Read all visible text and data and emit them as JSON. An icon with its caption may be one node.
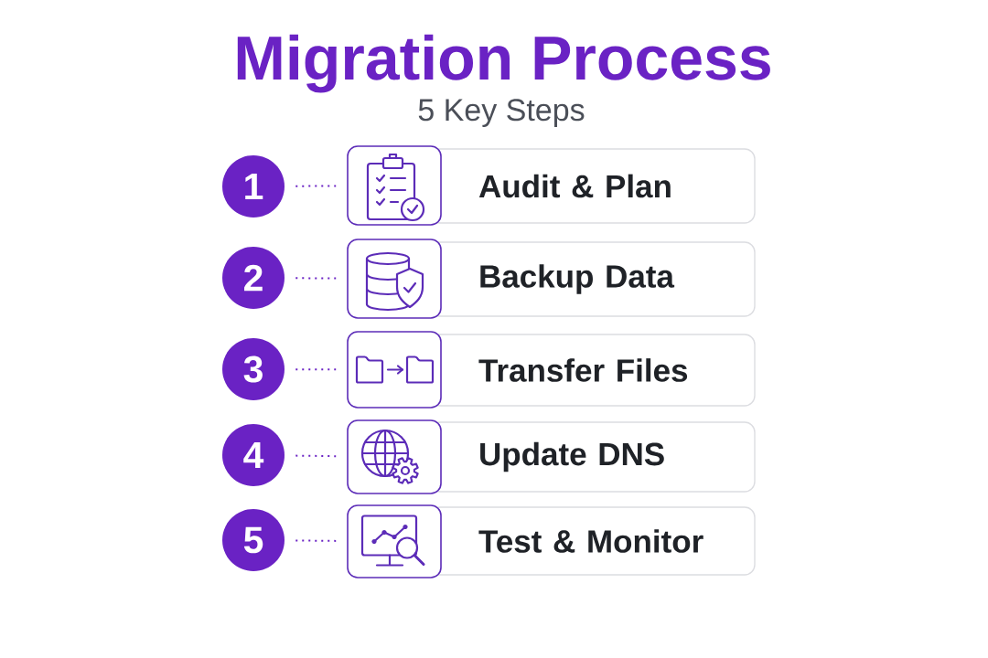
{
  "diagram": {
    "title": "Migration Process",
    "nodes": [
      {
        "text": [
          "1"
        ]
      },
      {
        "text": [],
        "shape": "box"
      },
      {
        "text": [
          "Audit & Plan"
        ]
      },
      {
        "text": [
          "2"
        ]
      },
      {
        "text": [],
        "shape": "box"
      },
      {
        "text": [
          "Backup Data"
        ]
      },
      {
        "text": [
          "3"
        ]
      },
      {
        "text": [],
        "shape": "box"
      },
      {
        "text": [
          "Transfer Files"
        ]
      },
      {
        "text": [
          "4"
        ]
      },
      {
        "text": [],
        "shape": "box"
      },
      {
        "text": [
          "Update DNS"
        ]
      },
      {
        "text": [
          "5"
        ]
      },
      {
        "text": [],
        "shape": "box"
      },
      {
        "text": [
          "Test & Monitor"
        ]
      }
    ],
    "edges": [
      {
        "from": 0,
        "to": 1,
        "arrow": "none",
        "style": "dashed"
      },
      {
        "from": 3,
        "to": 4,
        "arrow": "none",
        "style": "dashed"
      },
      {
        "from": 6,
        "to": 7,
        "arrow": "none",
        "style": "dashed"
      },
      {
        "from": 9,
        "to": 10,
        "arrow": "none",
        "style": "dashed"
      },
      {
        "from": 12,
        "to": 13,
        "arrow": "none",
        "style": "dashed"
      }
    ],
    "labels": [
      "5 Key Steps"
    ]
  }
}
